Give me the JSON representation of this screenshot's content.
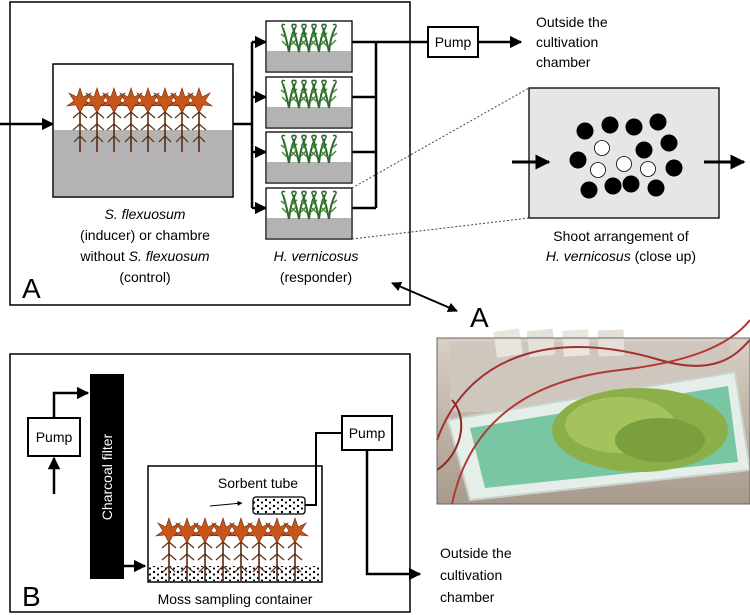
{
  "panelA": {
    "letter": "A",
    "pump_label": "Pump",
    "outside_line1": "Outside the",
    "outside_line2": "cultivation",
    "outside_line3": "chamber",
    "inducer_line1": "S. flexuosum",
    "inducer_line2": "(inducer) or chambre",
    "inducer_line3_pre": "without ",
    "inducer_line3_italic": "S. flexuosum",
    "inducer_line4": "(control)",
    "responder_line1": "H. vernicosus",
    "responder_line2": "(responder)",
    "closeup_line1": "Shoot arrangement of",
    "closeup_line2": "H. vernicosus (close up)"
  },
  "photo": {
    "letter": "A"
  },
  "panelB": {
    "letter": "B",
    "pump_left_label": "Pump",
    "pump_right_label": "Pump",
    "filter_label": "Charcoal filter",
    "sorbent_label": "Sorbent tube",
    "container_label": "Moss sampling container",
    "outside_line1": "Outside the",
    "outside_line2": "cultivation",
    "outside_line3": "chamber"
  },
  "colors": {
    "moss_orange": "#c8561a",
    "moss_stem": "#5a2a10",
    "plant_green": "#2f6b2f",
    "gray_fill": "#b3b3b3",
    "closeup_bg": "#e6e6e6",
    "photo_green": "#8bb04a",
    "photo_water": "#79c6a4"
  }
}
